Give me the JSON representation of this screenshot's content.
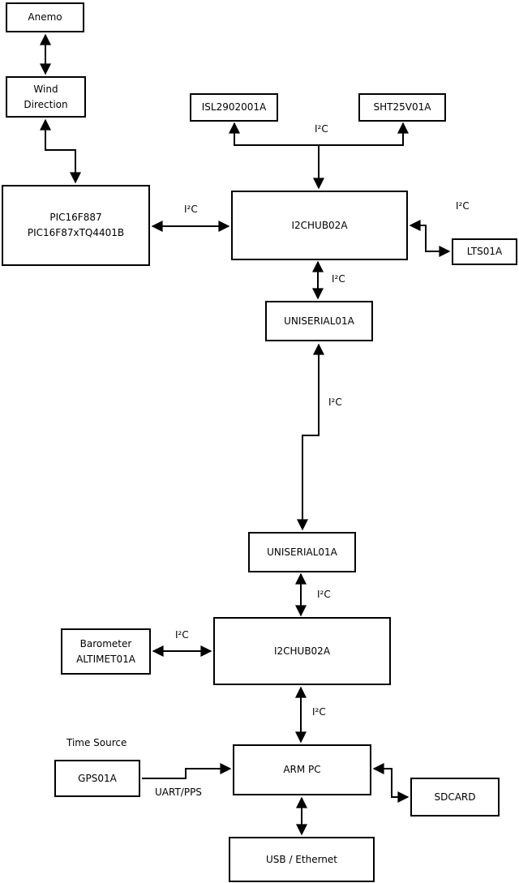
{
  "colors": {
    "ink": "#000000",
    "background": "#ffffff"
  },
  "nodes": {
    "anemo": {
      "label": "Anemo"
    },
    "wind_direction": {
      "line1": "Wind",
      "line2": "Direction"
    },
    "pic": {
      "line1": "PIC16F887",
      "line2": "PIC16F87xTQ4401B"
    },
    "isl": {
      "label": "ISL2902001A"
    },
    "sht": {
      "label": "SHT25V01A"
    },
    "i2chub_top": {
      "label": "I2CHUB02A"
    },
    "lts": {
      "label": "LTS01A"
    },
    "uniserial_top": {
      "label": "UNISERIAL01A"
    },
    "uniserial_bottom": {
      "label": "UNISERIAL01A"
    },
    "i2chub_bottom": {
      "label": "I2CHUB02A"
    },
    "barometer": {
      "line1": "Barometer",
      "line2": "ALTIMET01A"
    },
    "arm_pc": {
      "label": "ARM PC"
    },
    "gps": {
      "label": "GPS01A"
    },
    "sdcard": {
      "label": "SDCARD"
    },
    "usb_ethernet": {
      "label": "USB / Ethernet"
    }
  },
  "labels": {
    "i2c_pic_hub": "I²C",
    "i2c_branch": "I²C",
    "i2c_lts": "I²C",
    "i2c_hub_uniserial": "I²C",
    "i2c_long_link": "I²C",
    "i2c_uniserial_hub2": "I²C",
    "i2c_barometer": "I²C",
    "i2c_hub2_arm": "I²C",
    "time_source": "Time Source",
    "uart_pps": "UART/PPS"
  }
}
